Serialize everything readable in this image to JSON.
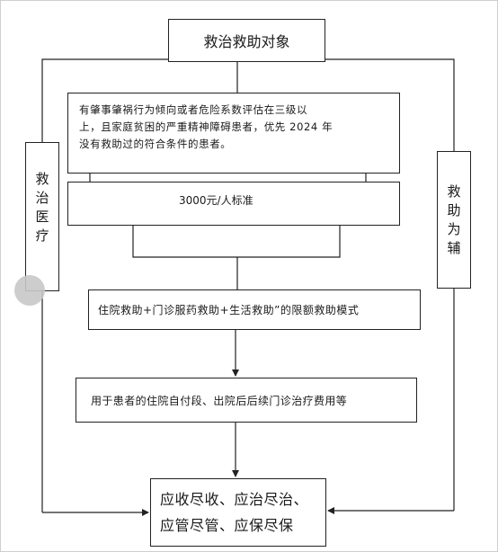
{
  "flowchart": {
    "title": "救治救助对象",
    "criteria_lines": [
      "有肇事肇祸行为倾向或者危险系数评估在三级以",
      "上，且家庭贫困的严重精神障碍患者，优先 2024 年",
      "没有救助过的符合条件的患者。"
    ],
    "standard": "3000元/人标准",
    "mode": "住院救助+门诊服药救助+生活救助”的限额救助模式",
    "usage": "用于患者的住院自付段、出院后后续门诊治疗费用等",
    "result_lines": [
      "应收尽收、应治尽治、",
      "应管尽管、应保尽保"
    ],
    "left_label": "救治医疗",
    "right_label": "救助为辅"
  },
  "colors": {
    "line": "#222222",
    "background": "#ffffff"
  }
}
